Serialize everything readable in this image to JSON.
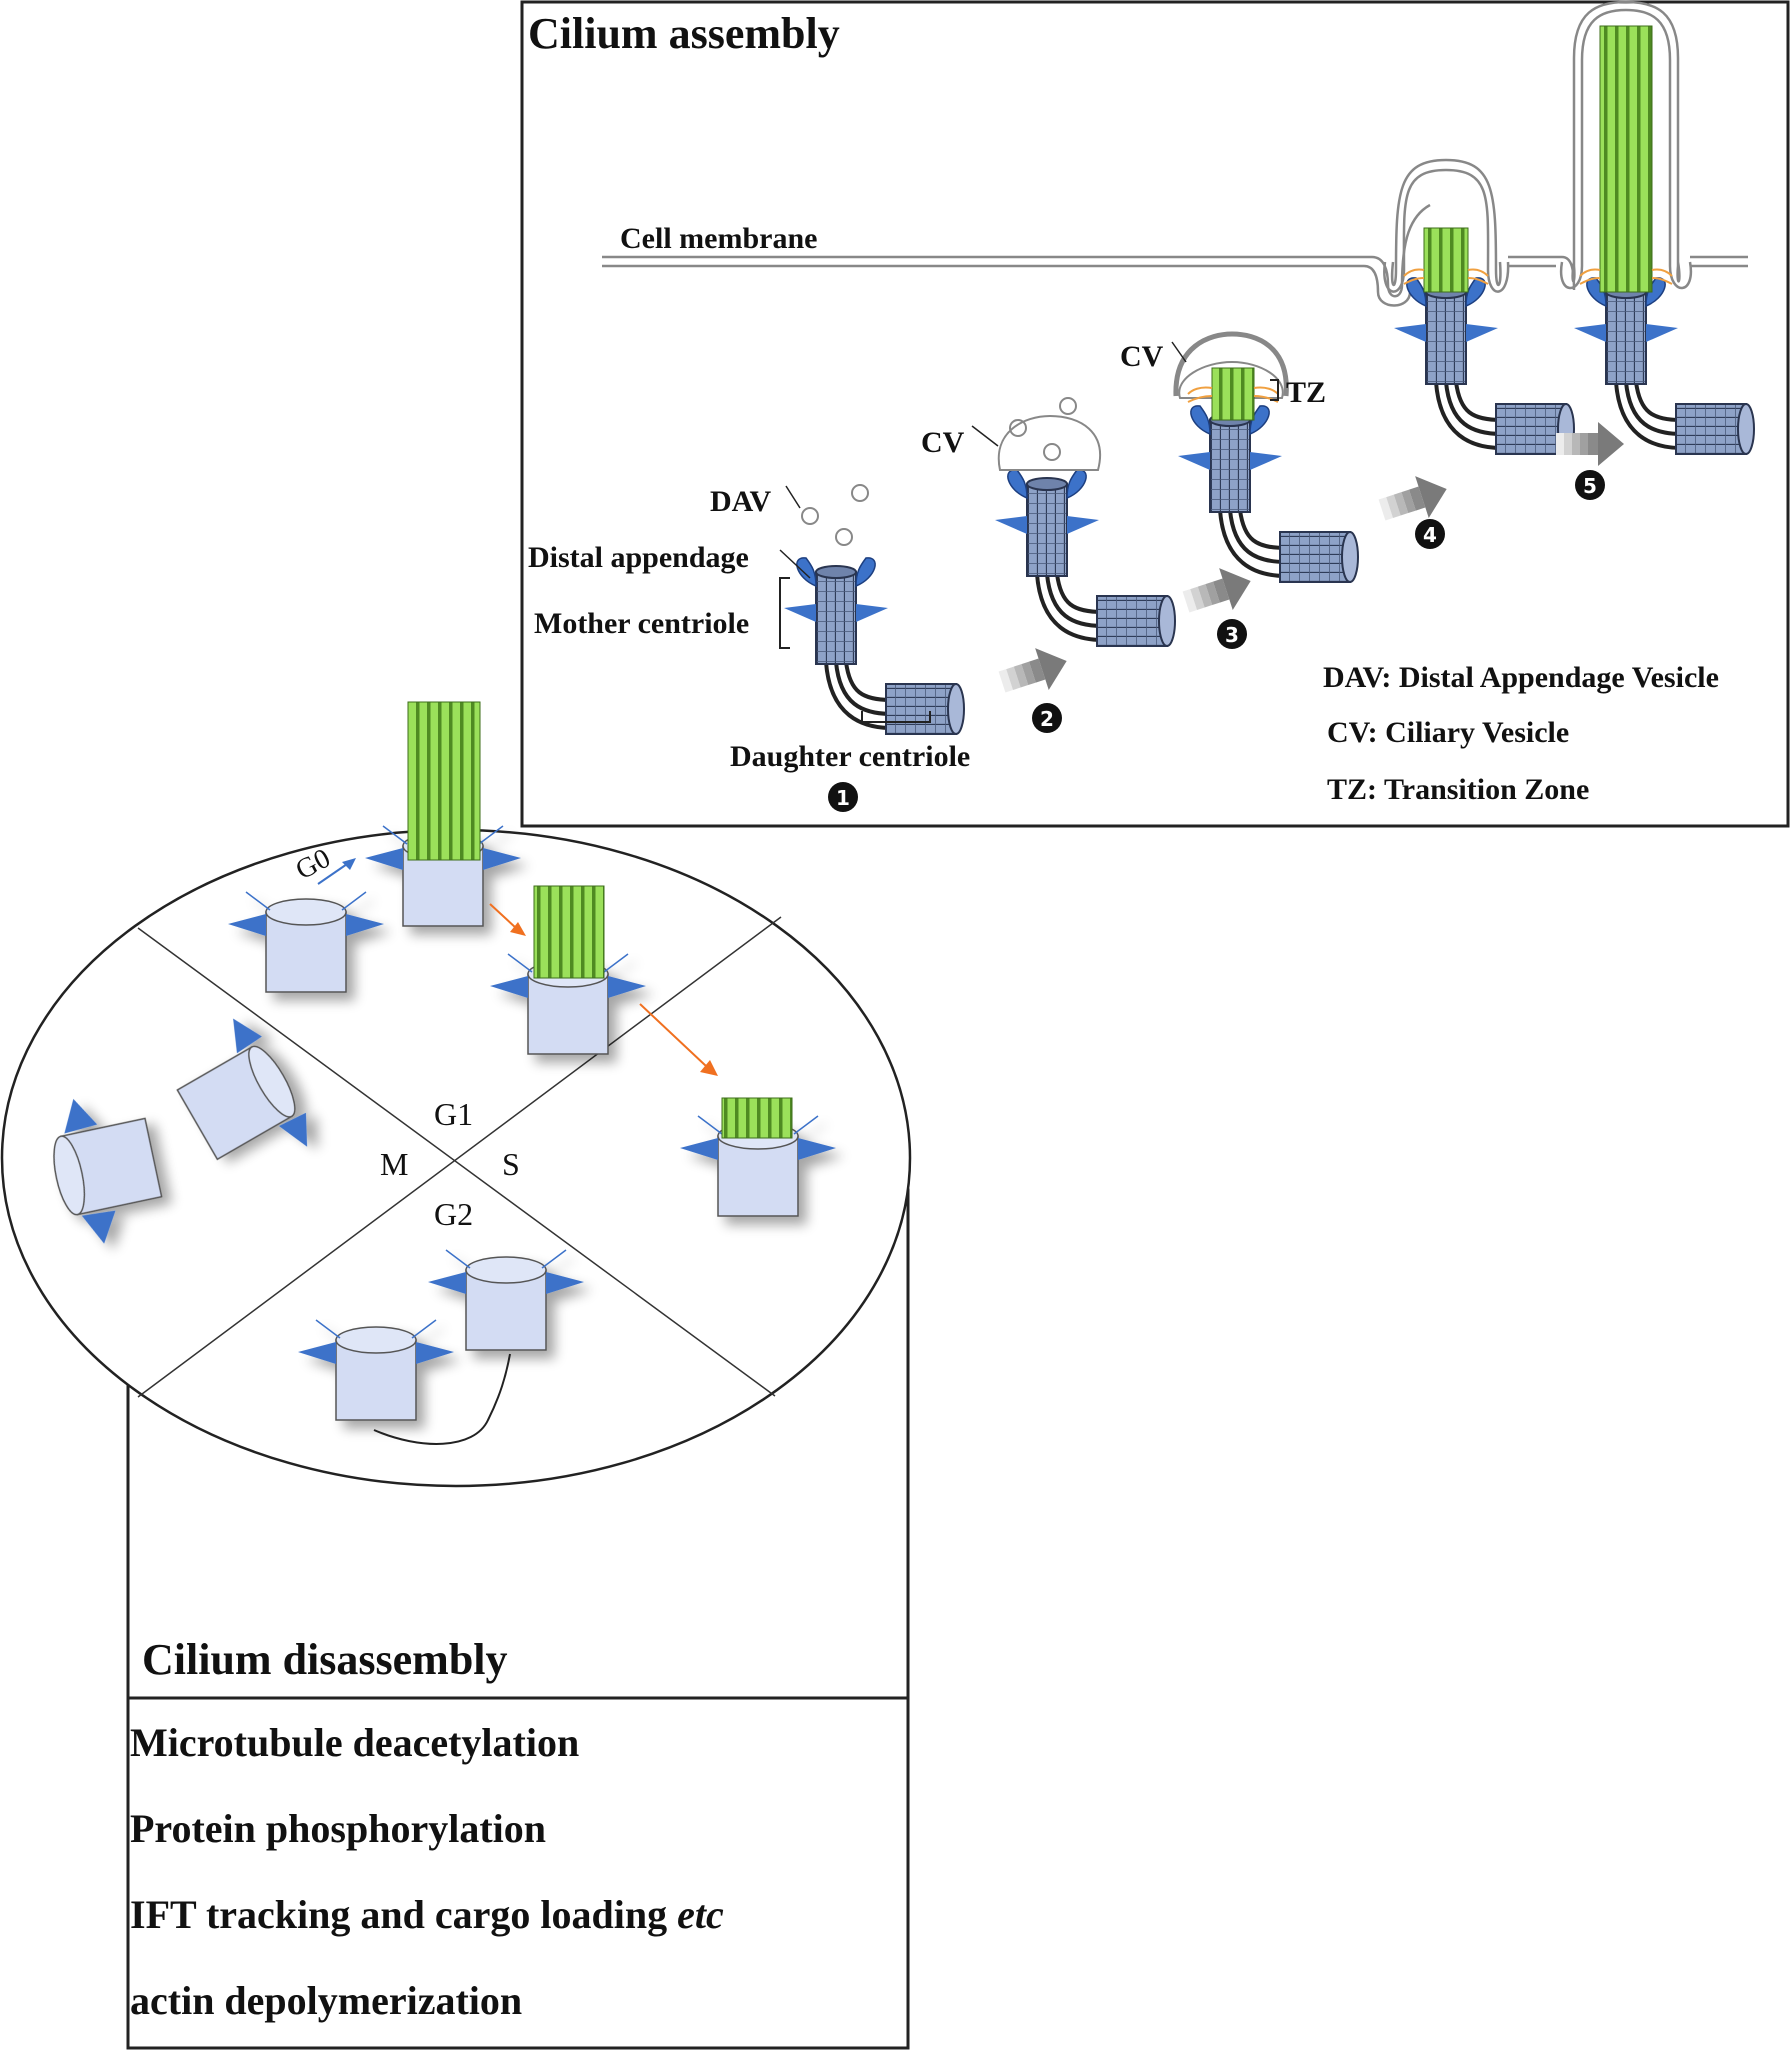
{
  "assembly": {
    "title": "Cilium assembly",
    "cell_membrane": "Cell membrane",
    "labels": {
      "dav": "DAV",
      "distal_appendage": "Distal appendage",
      "mother_centriole": "Mother centriole",
      "daughter_centriole": "Daughter centriole",
      "cv_step2": "CV",
      "cv_step3": "CV",
      "tz": "TZ"
    },
    "steps": [
      "1",
      "2",
      "3",
      "4",
      "5"
    ],
    "legend": [
      "DAV: Distal Appendage Vesicle",
      "CV: Ciliary Vesicle",
      "TZ: Transition Zone"
    ]
  },
  "cell_cycle": {
    "phases": {
      "g0": "G0",
      "g1": "G1",
      "s": "S",
      "g2": "G2",
      "m": "M"
    }
  },
  "disassembly": {
    "title": "Cilium disassembly",
    "items": [
      {
        "text": "Microtubule deacetylation",
        "suffix": ""
      },
      {
        "text": "Protein phosphorylation",
        "suffix": ""
      },
      {
        "text": "IFT tracking and cargo loading ",
        "suffix": "etc"
      },
      {
        "text": "actin depolymerization",
        "suffix": ""
      }
    ]
  },
  "colors": {
    "centriole_blue": "#8fa3c8",
    "appendage_blue": "#3c72c9",
    "axoneme_green": "#9be05a",
    "cube_fill": "#d3dcf3",
    "arrow_orange": "#f07020",
    "arrow_blue": "#3c72c9",
    "step_arrow_gray": "#808080"
  }
}
